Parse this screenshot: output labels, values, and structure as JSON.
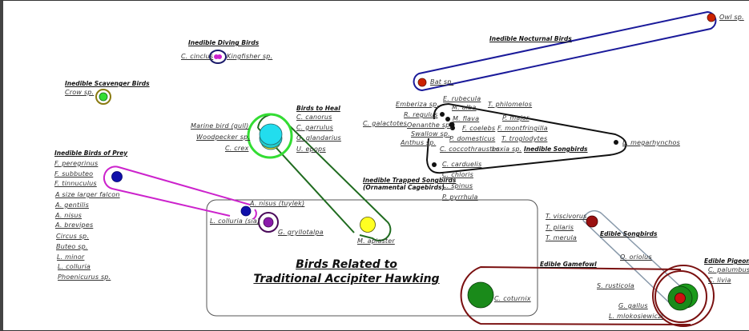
{
  "title": {
    "line1": "Birds Related to",
    "line2": "Traditional Accipiter Hawking"
  },
  "colors": {
    "nocturnal": "#1a1a9a",
    "prey": "#cc22cc",
    "heal": "#1f6b1f",
    "heal_ring": "#33dd33",
    "songbirds": "#111111",
    "edible_songbirds": "#8899aa",
    "gamefowl": "#7a1010",
    "diving": "#1a1a6a",
    "scavenger": "#8a7a10"
  },
  "groups": {
    "nocturnal": {
      "title": "Inedible Nocturnal Birds",
      "members": [
        "Owl sp.",
        "Bat sp."
      ]
    },
    "diving": {
      "title": "Inedible Diving Birds",
      "members": [
        "C. cinclus",
        "Kingfisher sp."
      ]
    },
    "scavenger": {
      "title": "Inedible Scavenger Birds",
      "members": [
        "Crow sp."
      ]
    },
    "prey": {
      "title": "Inedible Birds of Prey",
      "members": [
        "F. peregrinus",
        "F. subbuteo",
        "F. tinnuculus",
        "A size larger falcon",
        "A. gentilis",
        "A. nisus",
        "A. brevipes",
        "Circus sp.",
        "Buteo sp.",
        "L. minor",
        "L. colluria",
        "Phoenicurus sp."
      ]
    },
    "heal": {
      "title": "Birds to Heal",
      "left": [
        "Marine bird (gull)",
        "Woodpecker sp.",
        "C. crex"
      ],
      "right": [
        "C. canorus",
        "C. garrulus",
        "G. glandarius",
        "U. epops"
      ]
    },
    "center": {
      "a_nisus": "A. nisus (tuylek)",
      "l_colluria": "L. colluria (sia)",
      "g_gryllotalpa": "G. gryllotalpa",
      "m_apiaster": "M. apiaster"
    },
    "songbirds": {
      "title": "Inedible Songbirds",
      "members": [
        "E. rubecula",
        "Emberiza sp.",
        "M. alba",
        "T. philomelos",
        "R. regulus",
        "M. flava",
        "P. major",
        "C. galactotes",
        "Oenanthe sp.",
        "F. coelebs",
        "F. montfringilla",
        "Swallow sp.",
        "P. domesticus",
        "T. troglodytes",
        "Anthus sp.",
        "C. coccothraustes",
        "Loxia sp.",
        "L. megarhynchos",
        "C. carduelis"
      ]
    },
    "trapped": {
      "title_line1": "Inedible Trapped Songbirds",
      "title_line2": "(Ornamental Cagebirds)",
      "members": [
        "C. chloris",
        "C. spinus",
        "P. pyrrhula"
      ]
    },
    "edible_songbirds": {
      "title": "Edible Songbirds",
      "members": [
        "T. viscivorus",
        "T. pilaris",
        "T. merula",
        "O. oriolus"
      ]
    },
    "gamefowl": {
      "title": "Edible Gamefowl",
      "members": [
        "C. coturnix",
        "S. rusticola",
        "G. gallus",
        "L. mlokosiewiczi"
      ]
    },
    "pigeons": {
      "title": "Edible Pigeons",
      "members": [
        "C. palumbus",
        "C. livia"
      ]
    }
  }
}
